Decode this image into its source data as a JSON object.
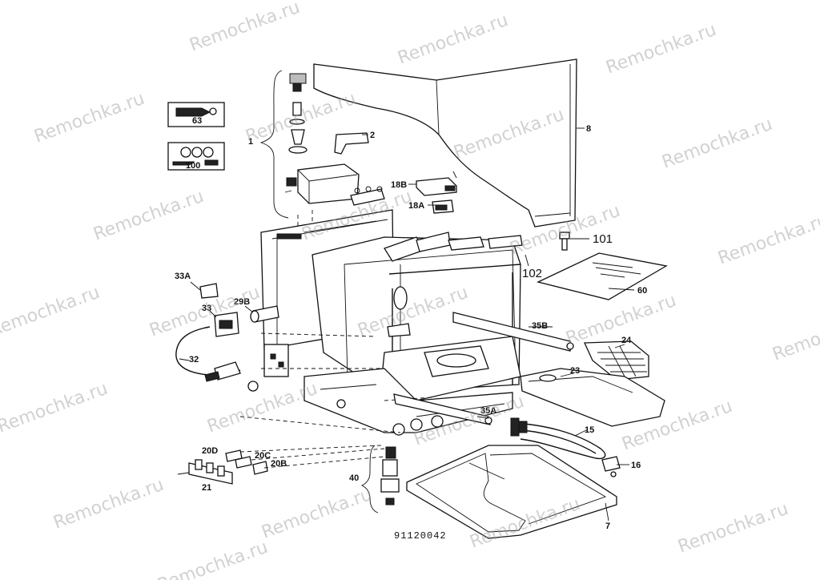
{
  "diagram_code": "91120042",
  "watermark": "Remochka.ru",
  "part_labels": {
    "p1": "1",
    "p2": "2",
    "p8": "8",
    "p18b": "18B",
    "p18a": "18A",
    "p101": "101",
    "p102": "102",
    "p60": "60",
    "p63": "63",
    "p100": "100",
    "p33a": "33A",
    "p33": "33",
    "p29b": "29B",
    "p32": "32",
    "p35b": "35B",
    "p24": "24",
    "p23": "23",
    "p35a": "35A",
    "p15": "15",
    "p16": "16",
    "p20d": "20D",
    "p20c": "20C",
    "p20b": "20B",
    "p21": "21",
    "p40": "40",
    "p7": "7"
  }
}
